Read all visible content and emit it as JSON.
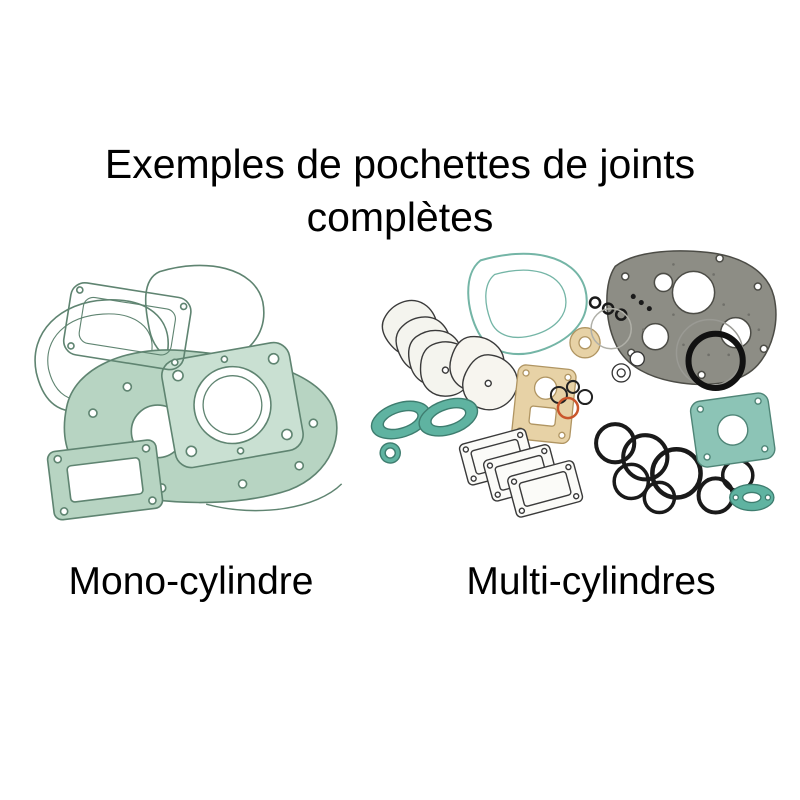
{
  "title": {
    "line1": "Exemples de pochettes de joints",
    "line2": "complètes"
  },
  "labels": {
    "mono": "Mono-cylindre",
    "multi": "Multi-cylindres"
  },
  "images": {
    "left_alt": "mono-cylinder-complete-gasket-kit",
    "right_alt": "multi-cylinder-complete-gasket-kit"
  },
  "colors": {
    "background": "#ffffff",
    "text": "#000000",
    "pale_green": "#b7d4c2",
    "pale_green_light": "#c9e0d2",
    "outline_green": "#5f8471",
    "teal": "#5fb3a1",
    "teal_light": "#8cc4b6",
    "teal_outline": "#74b5a6",
    "tan": "#e7d2a6",
    "grey_gasket": "#8d8d85",
    "black_ring": "#1a1a1a",
    "orange_ring": "#c9562b"
  }
}
